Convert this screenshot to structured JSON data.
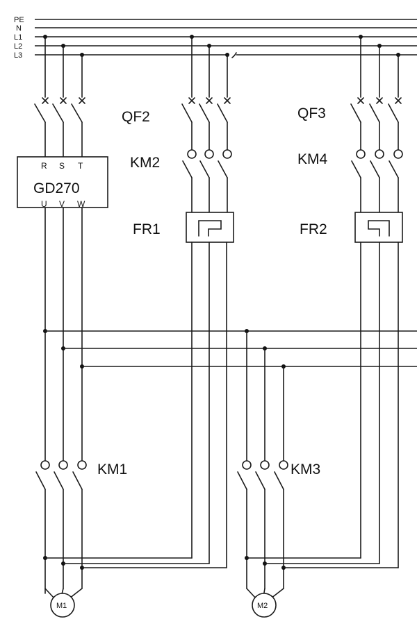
{
  "bus_labels": [
    "PE",
    "N",
    "L1",
    "L2",
    "L3"
  ],
  "components": {
    "qf2": "QF2",
    "qf3": "QF3",
    "km1": "KM1",
    "km2": "KM2",
    "km3": "KM3",
    "km4": "KM4",
    "fr1": "FR1",
    "fr2": "FR2",
    "inverter": {
      "name": "GD270",
      "inputs": [
        "R",
        "S",
        "T"
      ],
      "outputs": [
        "U",
        "V",
        "W"
      ]
    },
    "motor1": "M1",
    "motor2": "M2"
  }
}
